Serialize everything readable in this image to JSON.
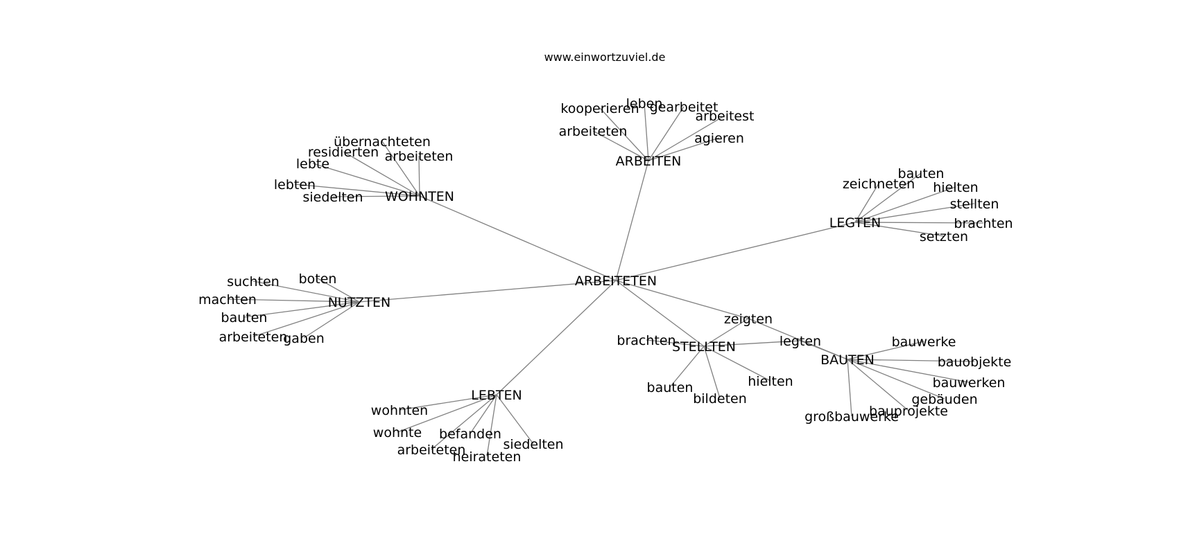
{
  "title": "www.einwortzuviel.de",
  "edge_color": "#808080",
  "nodes": [
    {
      "id": "ARBEITETEN_c",
      "label": "ARBEITETEN"
    },
    {
      "id": "WOHNTEN",
      "label": "WOHNTEN"
    },
    {
      "id": "ARBEITEN",
      "label": "ARBEITEN"
    },
    {
      "id": "LEGTEN",
      "label": "LEGTEN"
    },
    {
      "id": "NUTZTEN",
      "label": "NUTZTEN"
    },
    {
      "id": "LEBTEN",
      "label": "LEBTEN"
    },
    {
      "id": "STELLTEN",
      "label": "STELLTEN"
    },
    {
      "id": "BAUTEN",
      "label": "BAUTEN"
    },
    {
      "id": "w_uebernachteten",
      "label": "übernachteten"
    },
    {
      "id": "w_residierten",
      "label": "residierten"
    },
    {
      "id": "w_arbeiteten",
      "label": "arbeiteten"
    },
    {
      "id": "w_lebte",
      "label": "lebte"
    },
    {
      "id": "w_lebten",
      "label": "lebten"
    },
    {
      "id": "w_siedelten",
      "label": "siedelten"
    },
    {
      "id": "a_kooperieren",
      "label": "kooperieren"
    },
    {
      "id": "a_leben",
      "label": "leben"
    },
    {
      "id": "a_gearbeitet",
      "label": "gearbeitet"
    },
    {
      "id": "a_arbeitest",
      "label": "arbeitest"
    },
    {
      "id": "a_arbeiteten",
      "label": "arbeiteten"
    },
    {
      "id": "a_agieren",
      "label": "agieren"
    },
    {
      "id": "l_bauten",
      "label": "bauten"
    },
    {
      "id": "l_zeichneten",
      "label": "zeichneten"
    },
    {
      "id": "l_hielten",
      "label": "hielten"
    },
    {
      "id": "l_stellten",
      "label": "stellten"
    },
    {
      "id": "l_brachten",
      "label": "brachten"
    },
    {
      "id": "l_setzten",
      "label": "setzten"
    },
    {
      "id": "n_suchten",
      "label": "suchten"
    },
    {
      "id": "n_boten",
      "label": "boten"
    },
    {
      "id": "n_machten",
      "label": "machten"
    },
    {
      "id": "n_bauten",
      "label": "bauten"
    },
    {
      "id": "n_arbeiteten",
      "label": "arbeiteten"
    },
    {
      "id": "n_gaben",
      "label": "gaben"
    },
    {
      "id": "le_wohnten",
      "label": "wohnten"
    },
    {
      "id": "le_wohnte",
      "label": "wohnte"
    },
    {
      "id": "le_befanden",
      "label": "befanden"
    },
    {
      "id": "le_siedelten",
      "label": "siedelten"
    },
    {
      "id": "le_arbeiteten",
      "label": "arbeiteten"
    },
    {
      "id": "le_heirateten",
      "label": "heirateten"
    },
    {
      "id": "zeigten",
      "label": "zeigten"
    },
    {
      "id": "legten",
      "label": "legten"
    },
    {
      "id": "s_brachten",
      "label": "brachten"
    },
    {
      "id": "s_bauten",
      "label": "bauten"
    },
    {
      "id": "s_bildeten",
      "label": "bildeten"
    },
    {
      "id": "s_hielten",
      "label": "hielten"
    },
    {
      "id": "b_bauwerke",
      "label": "bauwerke"
    },
    {
      "id": "b_bauobjekte",
      "label": "bauobjekte"
    },
    {
      "id": "b_bauwerken",
      "label": "bauwerken"
    },
    {
      "id": "b_gebaeuden",
      "label": "gebäuden"
    },
    {
      "id": "b_bauprojekte",
      "label": "bauprojekte"
    },
    {
      "id": "b_grossbauwerke",
      "label": "großbauwerke"
    }
  ],
  "edges": [
    [
      "ARBEITETEN_c",
      "WOHNTEN"
    ],
    [
      "ARBEITETEN_c",
      "ARBEITEN"
    ],
    [
      "ARBEITETEN_c",
      "LEGTEN"
    ],
    [
      "ARBEITETEN_c",
      "NUTZTEN"
    ],
    [
      "ARBEITETEN_c",
      "LEBTEN"
    ],
    [
      "ARBEITETEN_c",
      "STELLTEN"
    ],
    [
      "ARBEITETEN_c",
      "zeigten"
    ],
    [
      "WOHNTEN",
      "w_uebernachteten"
    ],
    [
      "WOHNTEN",
      "w_residierten"
    ],
    [
      "WOHNTEN",
      "w_arbeiteten"
    ],
    [
      "WOHNTEN",
      "w_lebte"
    ],
    [
      "WOHNTEN",
      "w_lebten"
    ],
    [
      "WOHNTEN",
      "w_siedelten"
    ],
    [
      "ARBEITEN",
      "a_kooperieren"
    ],
    [
      "ARBEITEN",
      "a_leben"
    ],
    [
      "ARBEITEN",
      "a_gearbeitet"
    ],
    [
      "ARBEITEN",
      "a_arbeitest"
    ],
    [
      "ARBEITEN",
      "a_arbeiteten"
    ],
    [
      "ARBEITEN",
      "a_agieren"
    ],
    [
      "LEGTEN",
      "l_bauten"
    ],
    [
      "LEGTEN",
      "l_zeichneten"
    ],
    [
      "LEGTEN",
      "l_hielten"
    ],
    [
      "LEGTEN",
      "l_stellten"
    ],
    [
      "LEGTEN",
      "l_brachten"
    ],
    [
      "LEGTEN",
      "l_setzten"
    ],
    [
      "NUTZTEN",
      "n_suchten"
    ],
    [
      "NUTZTEN",
      "n_boten"
    ],
    [
      "NUTZTEN",
      "n_machten"
    ],
    [
      "NUTZTEN",
      "n_bauten"
    ],
    [
      "NUTZTEN",
      "n_arbeiteten"
    ],
    [
      "NUTZTEN",
      "n_gaben"
    ],
    [
      "LEBTEN",
      "le_wohnten"
    ],
    [
      "LEBTEN",
      "le_wohnte"
    ],
    [
      "LEBTEN",
      "le_befanden"
    ],
    [
      "LEBTEN",
      "le_siedelten"
    ],
    [
      "LEBTEN",
      "le_arbeiteten"
    ],
    [
      "LEBTEN",
      "le_heirateten"
    ],
    [
      "STELLTEN",
      "zeigten"
    ],
    [
      "STELLTEN",
      "legten"
    ],
    [
      "STELLTEN",
      "s_brachten"
    ],
    [
      "STELLTEN",
      "s_bauten"
    ],
    [
      "STELLTEN",
      "s_bildeten"
    ],
    [
      "STELLTEN",
      "s_hielten"
    ],
    [
      "zeigten",
      "BAUTEN"
    ],
    [
      "legten",
      "BAUTEN"
    ],
    [
      "BAUTEN",
      "b_bauwerke"
    ],
    [
      "BAUTEN",
      "b_bauobjekte"
    ],
    [
      "BAUTEN",
      "b_bauwerken"
    ],
    [
      "BAUTEN",
      "b_gebaeuden"
    ],
    [
      "BAUTEN",
      "b_bauprojekte"
    ],
    [
      "BAUTEN",
      "b_grossbauwerke"
    ]
  ]
}
